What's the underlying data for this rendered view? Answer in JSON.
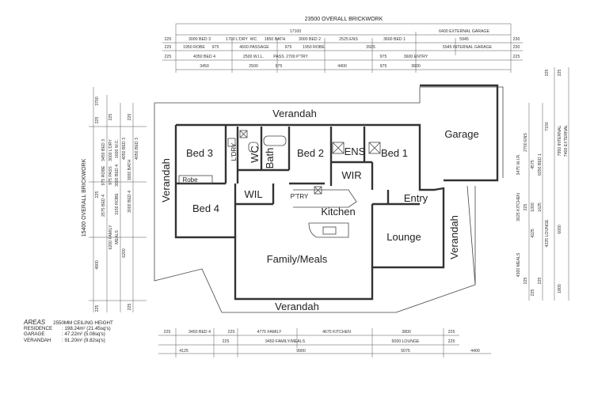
{
  "top_dims": {
    "overall": "23500 OVERALL BRICKWORK",
    "row1": [
      "17100",
      "6400 EXTERNAL GARAGE"
    ],
    "row2": [
      "225",
      "3000 BED 3",
      "1700 L'DRY",
      "WC",
      "1850 BATH",
      "3000 BED 2",
      "2525 ENS",
      "3600 BED 1",
      "5945",
      "230"
    ],
    "row3": [
      "225",
      "1950 ROBE",
      "975",
      "4600 PASSAGE",
      "975",
      "1950 ROBE",
      "3925",
      "5945 INTERNAL GARAGE",
      "230"
    ],
    "row4": [
      "225",
      "4050 BED 4",
      "2500 W.I.L.",
      "PASS",
      "2700 P'TRY",
      "975",
      "3600 ENTRY",
      "225"
    ],
    "row5": [
      "3450",
      "2500",
      "975",
      "4400",
      "975",
      "3600"
    ]
  },
  "bottom_dims": {
    "row1": [
      "225",
      "3450 BED 4",
      "225",
      "4775 FAMILY",
      "4675 KITCHEN",
      "3800",
      "225"
    ],
    "row2": [
      "225",
      "9450 FAMILY/MEALS",
      "5000 LOUNGE",
      "225"
    ],
    "row3": [
      "4125",
      "9900",
      "5075",
      "4400"
    ]
  },
  "left_dims": {
    "overall": "15400 OVERALL BRICKWORK",
    "col1": [
      "3700",
      "225",
      "3450 BED 3",
      "975 ROBE",
      "3000 L'DRY",
      "975 PASS",
      "1600 W.C.",
      "3000 BED 4",
      "225",
      "4900",
      "225"
    ],
    "col2": [
      "225",
      "2575 BED 4",
      "3150 ROBE",
      "4050 BED 3",
      "6200 FAMILY",
      "MEALS",
      "6200"
    ],
    "col3": [
      "225",
      "4050 BED 3",
      "3000 BATH",
      "3000 BED 4",
      "225"
    ]
  },
  "right_dims": {
    "col1": [
      "3475 W.I.R.",
      "4575",
      "6050 BED 1",
      "4225",
      "4225 LOUNGE",
      "4300 MEALS",
      "225"
    ],
    "col2": [
      "2700 ENS",
      "1000",
      "1625",
      "225",
      "3625 KITCHEN",
      "225",
      "225"
    ],
    "col3": [
      "225",
      "7150",
      "225",
      "7950 INTERNAL",
      "7400 EXTERNAL",
      "6000",
      "1800"
    ]
  },
  "rooms": {
    "verandah_top": "Verandah",
    "verandah_left": "Verandah",
    "verandah_right": "Verandah",
    "verandah_bottom": "Verandah",
    "garage": "Garage",
    "bed3": "Bed 3",
    "ldry": "L'DRY",
    "wc": "WC",
    "bath": "Bath",
    "bed2": "Bed 2",
    "ens": "ENS",
    "bed1": "Bed 1",
    "robe": "Robe",
    "wir": "WIR",
    "bed4": "Bed 4",
    "wil": "WIL",
    "ptry": "P'TRY",
    "kitchen": "Kitchen",
    "entry": "Entry",
    "lounge": "Lounge",
    "family_meals": "Family/Meals"
  },
  "areas": {
    "title": "AREAS",
    "ceiling": "2550MM CEILING HEIGHT",
    "rows": [
      {
        "label": "RESIDENCE",
        "value": ": 198.24m² (21.45sq's)"
      },
      {
        "label": "GARAGE",
        "value": ": 47.22m² (5.08sq's)"
      },
      {
        "label": "VERANDAH",
        "value": ": 91.20m² (9.82sq's)"
      }
    ]
  }
}
